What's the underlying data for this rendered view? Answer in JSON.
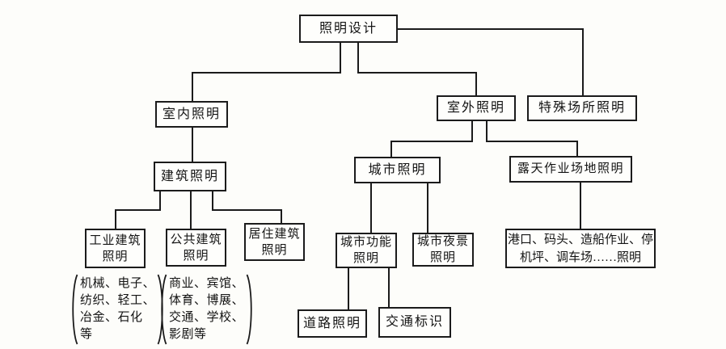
{
  "diagram_title": "照明设计",
  "colors": {
    "background": "#fdfdfa",
    "line": "#1b1b1b",
    "text": "#141414"
  },
  "nodes": {
    "root": {
      "label": "照明设计"
    },
    "indoor": {
      "label": "室内照明"
    },
    "outdoor": {
      "label": "室外照明"
    },
    "special": {
      "label": "特殊场所照明"
    },
    "building": {
      "label": "建筑照明"
    },
    "city": {
      "label": "城市照明"
    },
    "open_air": {
      "label": "露天作业场地照明"
    },
    "industrial": {
      "lines": [
        "工业建筑",
        "照明"
      ]
    },
    "public_building": {
      "lines": [
        "公共建筑",
        "照明"
      ]
    },
    "residential": {
      "lines": [
        "居住建筑",
        "照明"
      ]
    },
    "city_functional": {
      "lines": [
        "城市功能",
        "照明"
      ]
    },
    "city_nightscape": {
      "lines": [
        "城市夜景",
        "照明"
      ]
    },
    "port_sites": {
      "lines": [
        "港口、码头、造船作业、停",
        "机坪、调车场……照明"
      ]
    },
    "road": {
      "label": "道路照明"
    },
    "traffic_signs": {
      "label": "交通标识"
    }
  },
  "annotations": {
    "industrial_examples": {
      "lines": [
        "机械、电子、",
        "纺织、轻工、",
        "冶金、石化",
        "等"
      ]
    },
    "public_examples": {
      "lines": [
        "商业、宾馆、",
        "体育、博展、",
        "交通、学校、",
        "影剧等"
      ]
    }
  }
}
